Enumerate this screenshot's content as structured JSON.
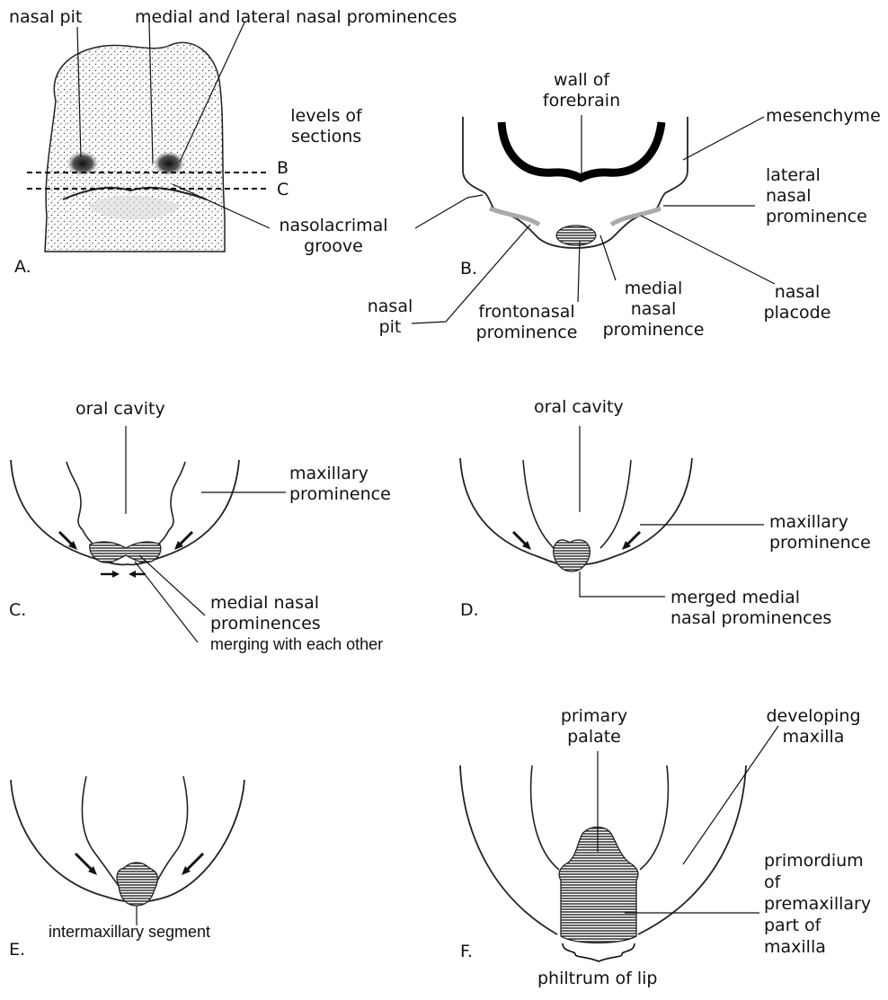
{
  "figure": {
    "panel_a": {
      "letter": "A.",
      "labels": {
        "nasal_pit": "nasal pit",
        "medial_lateral": "medial and lateral nasal prominences",
        "levels": [
          "levels of",
          "sections"
        ],
        "level_b": "B",
        "level_c": "C",
        "nasolacrimal": [
          "nasolacrimal",
          "groove"
        ]
      }
    },
    "panel_b": {
      "letter": "B.",
      "labels": {
        "wall_forebrain": [
          "wall of",
          "forebrain"
        ],
        "mesenchyme": "mesenchyme",
        "lateral_nasal": [
          "lateral",
          "nasal",
          "prominence"
        ],
        "nasal_placode": [
          "nasal",
          "placode"
        ],
        "medial_nasal": [
          "medial",
          "nasal",
          "prominence"
        ],
        "frontonasal": [
          "frontonasal",
          "prominence"
        ],
        "nasal_pit": [
          "nasal",
          "pit"
        ]
      }
    },
    "panel_c": {
      "letter": "C.",
      "labels": {
        "oral_cavity": "oral cavity",
        "maxillary": [
          "maxillary",
          "prominence"
        ],
        "medial_merging": [
          "medial nasal",
          "prominences"
        ],
        "merging_text": "merging with each other"
      }
    },
    "panel_d": {
      "letter": "D.",
      "labels": {
        "oral_cavity": "oral cavity",
        "maxillary": [
          "maxillary",
          "prominence"
        ],
        "merged": [
          "merged medial",
          "nasal prominences"
        ]
      }
    },
    "panel_e": {
      "letter": "E.",
      "labels": {
        "intermaxillary": "intermaxillary segment"
      }
    },
    "panel_f": {
      "letter": "F.",
      "labels": {
        "primary_palate": [
          "primary",
          "palate"
        ],
        "developing_maxilla": [
          "developing",
          "maxilla"
        ],
        "primordium": [
          "primordium",
          "of",
          "premaxillary",
          "part of",
          "maxilla"
        ],
        "philtrum": "philtrum of lip"
      }
    }
  }
}
